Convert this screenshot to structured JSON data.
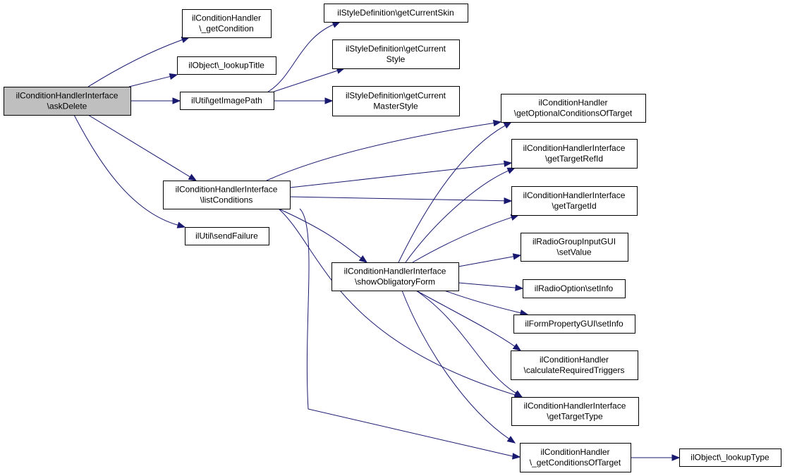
{
  "nodes": [
    {
      "id": "ask_delete",
      "lines": [
        "ilConditionHandlerInterface",
        "\\askDelete"
      ],
      "root": true
    },
    {
      "id": "get_condition",
      "lines": [
        "ilConditionHandler",
        "\\_getCondition"
      ]
    },
    {
      "id": "lookup_title",
      "lines": [
        "ilObject\\_lookupTitle"
      ]
    },
    {
      "id": "get_image_path",
      "lines": [
        "ilUtil\\getImagePath"
      ]
    },
    {
      "id": "get_current_skin",
      "lines": [
        "ilStyleDefinition\\getCurrentSkin"
      ]
    },
    {
      "id": "get_current_style",
      "lines": [
        "ilStyleDefinition\\getCurrent",
        "Style"
      ]
    },
    {
      "id": "get_current_master_style",
      "lines": [
        "ilStyleDefinition\\getCurrent",
        "MasterStyle"
      ]
    },
    {
      "id": "list_conditions",
      "lines": [
        "ilConditionHandlerInterface",
        "\\listConditions"
      ]
    },
    {
      "id": "send_failure",
      "lines": [
        "ilUtil\\sendFailure"
      ]
    },
    {
      "id": "get_optional_conditions",
      "lines": [
        "ilConditionHandler",
        "\\getOptionalConditionsOfTarget"
      ]
    },
    {
      "id": "get_target_ref_id",
      "lines": [
        "ilConditionHandlerInterface",
        "\\getTargetRefId"
      ]
    },
    {
      "id": "get_target_id",
      "lines": [
        "ilConditionHandlerInterface",
        "\\getTargetId"
      ]
    },
    {
      "id": "show_obligatory_form",
      "lines": [
        "ilConditionHandlerInterface",
        "\\showObligatoryForm"
      ]
    },
    {
      "id": "set_value",
      "lines": [
        "ilRadioGroupInputGUI",
        "\\setValue"
      ]
    },
    {
      "id": "radio_set_info",
      "lines": [
        "ilRadioOption\\setInfo"
      ]
    },
    {
      "id": "form_set_info",
      "lines": [
        "ilFormPropertyGUI\\setInfo"
      ]
    },
    {
      "id": "calc_required_triggers",
      "lines": [
        "ilConditionHandler",
        "\\calculateRequiredTriggers"
      ]
    },
    {
      "id": "get_target_type",
      "lines": [
        "ilConditionHandlerInterface",
        "\\getTargetType"
      ]
    },
    {
      "id": "get_conditions_of_target",
      "lines": [
        "ilConditionHandler",
        "\\_getConditionsOfTarget"
      ]
    },
    {
      "id": "lookup_type",
      "lines": [
        "ilObject\\_lookupType"
      ]
    }
  ],
  "edges": [
    [
      "ask_delete",
      "get_condition"
    ],
    [
      "ask_delete",
      "lookup_title"
    ],
    [
      "ask_delete",
      "get_image_path"
    ],
    [
      "ask_delete",
      "list_conditions"
    ],
    [
      "ask_delete",
      "send_failure"
    ],
    [
      "get_image_path",
      "get_current_skin"
    ],
    [
      "get_image_path",
      "get_current_style"
    ],
    [
      "get_image_path",
      "get_current_master_style"
    ],
    [
      "list_conditions",
      "get_optional_conditions"
    ],
    [
      "list_conditions",
      "get_target_ref_id"
    ],
    [
      "list_conditions",
      "get_target_id"
    ],
    [
      "list_conditions",
      "show_obligatory_form"
    ],
    [
      "list_conditions",
      "get_target_type"
    ],
    [
      "list_conditions",
      "get_conditions_of_target"
    ],
    [
      "show_obligatory_form",
      "get_optional_conditions"
    ],
    [
      "show_obligatory_form",
      "get_target_ref_id"
    ],
    [
      "show_obligatory_form",
      "get_target_id"
    ],
    [
      "show_obligatory_form",
      "set_value"
    ],
    [
      "show_obligatory_form",
      "radio_set_info"
    ],
    [
      "show_obligatory_form",
      "form_set_info"
    ],
    [
      "show_obligatory_form",
      "calc_required_triggers"
    ],
    [
      "show_obligatory_form",
      "get_target_type"
    ],
    [
      "show_obligatory_form",
      "get_conditions_of_target"
    ],
    [
      "get_conditions_of_target",
      "lookup_type"
    ]
  ],
  "colors": {
    "edge": "#191970",
    "root_fill": "#bfbfbf",
    "node_fill": "#ffffff",
    "node_border": "#000000"
  }
}
